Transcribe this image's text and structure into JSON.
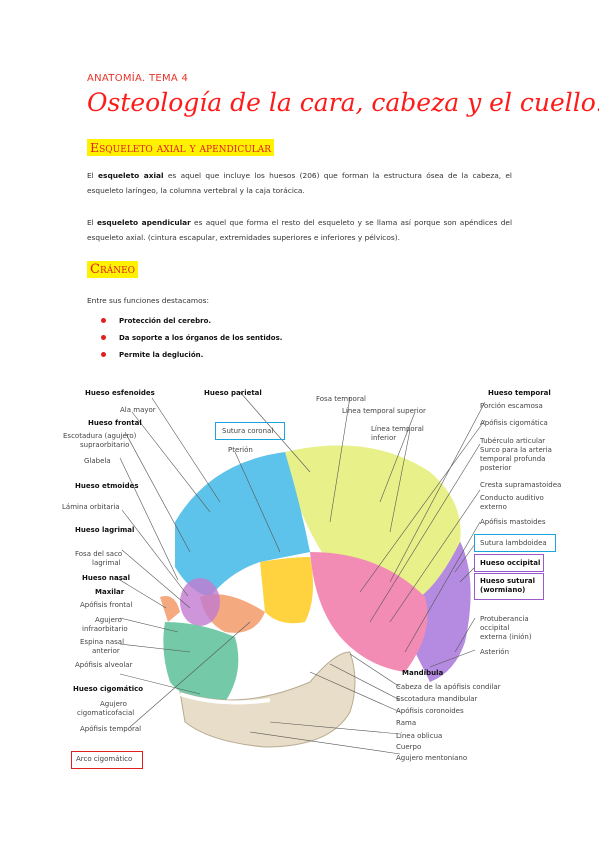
{
  "header": {
    "subject": "ANATOMÍA. TEMA 4",
    "title": "Osteología de la cara, cabeza y el cuello."
  },
  "section1": {
    "heading": "Esqueleto axial y apendicular",
    "p1_term": "esqueleto axial",
    "p1_pre": "El ",
    "p1_rest": " es aquel que incluye los huesos (206) que forman la estructura ósea de la cabeza, el esqueleto laríngeo, la columna vertebral y la caja torácica.",
    "p2_term": "esqueleto apendicular",
    "p2_pre": "El ",
    "p2_rest": " es aquel que forma el resto del esqueleto y se llama así porque son apéndices del esqueleto axial. (cintura escapular, extremidades superiores e inferiores y pélvicos)."
  },
  "section2": {
    "heading": "Cráneo",
    "intro": "Entre sus funciones destacamos:",
    "functions": [
      "Protección del cerebro.",
      "Da soporte a los órganos de los sentidos.",
      "Permite la deglución."
    ]
  },
  "figure": {
    "left_labels": [
      "Hueso esfenoides",
      "Ala mayor",
      "Hueso frontal",
      "Escotadura (agujero)",
      "supraorbitario",
      "Glabela",
      "Hueso etmoides",
      "Lámina orbitaria",
      "Hueso lagrimal",
      "Fosa del saco",
      "lagrimal",
      "Hueso nasal",
      "Maxilar",
      "Apófisis frontal",
      "Agujero",
      "infraorbitario",
      "Espina nasal",
      "anterior",
      "Apófisis alveolar",
      "Hueso cigomático",
      "Agujero",
      "cigomaticofacial",
      "Apófisis temporal",
      "Arco cigomático"
    ],
    "top_labels": [
      "Hueso parietal",
      "Sutura coronal",
      "Pterión",
      "Fosa temporal",
      "Línea temporal superior",
      "Línea temporal",
      "inferior"
    ],
    "right_labels": [
      "Hueso temporal",
      "Porción escamosa",
      "Apófisis cigomática",
      "Tubérculo articular",
      "Surco para la arteria",
      "temporal profunda",
      "posterior",
      "Cresta supramastoidea",
      "Conducto auditivo",
      "externo",
      "Apófisis mastoides",
      "Sutura lambdoidea",
      "Hueso occipital",
      "Hueso sutural",
      "(wormiano)",
      "Protuberancia",
      "occipital",
      "externa (inión)",
      "Asterión"
    ],
    "bottom_labels": [
      "Mandíbula",
      "Cabeza de la apófisis condilar",
      "Escotadura mandibular",
      "Apófisis coronoides",
      "Rama",
      "Línea oblicua",
      "Cuerpo",
      "Agujero mentoniano"
    ],
    "colors": {
      "frontal": "#5ec3ea",
      "parietal": "#e8f08a",
      "temporal": "#f28cb5",
      "occipital": "#b48be0",
      "sphenoid": "#ffd23f",
      "maxilla": "#74c9a8",
      "zygomatic": "#f5a97f",
      "mandible": "#e8ddc8",
      "box_blue": "#1aa3dd",
      "box_purple": "#9b59c9",
      "box_red": "#e02020"
    }
  }
}
